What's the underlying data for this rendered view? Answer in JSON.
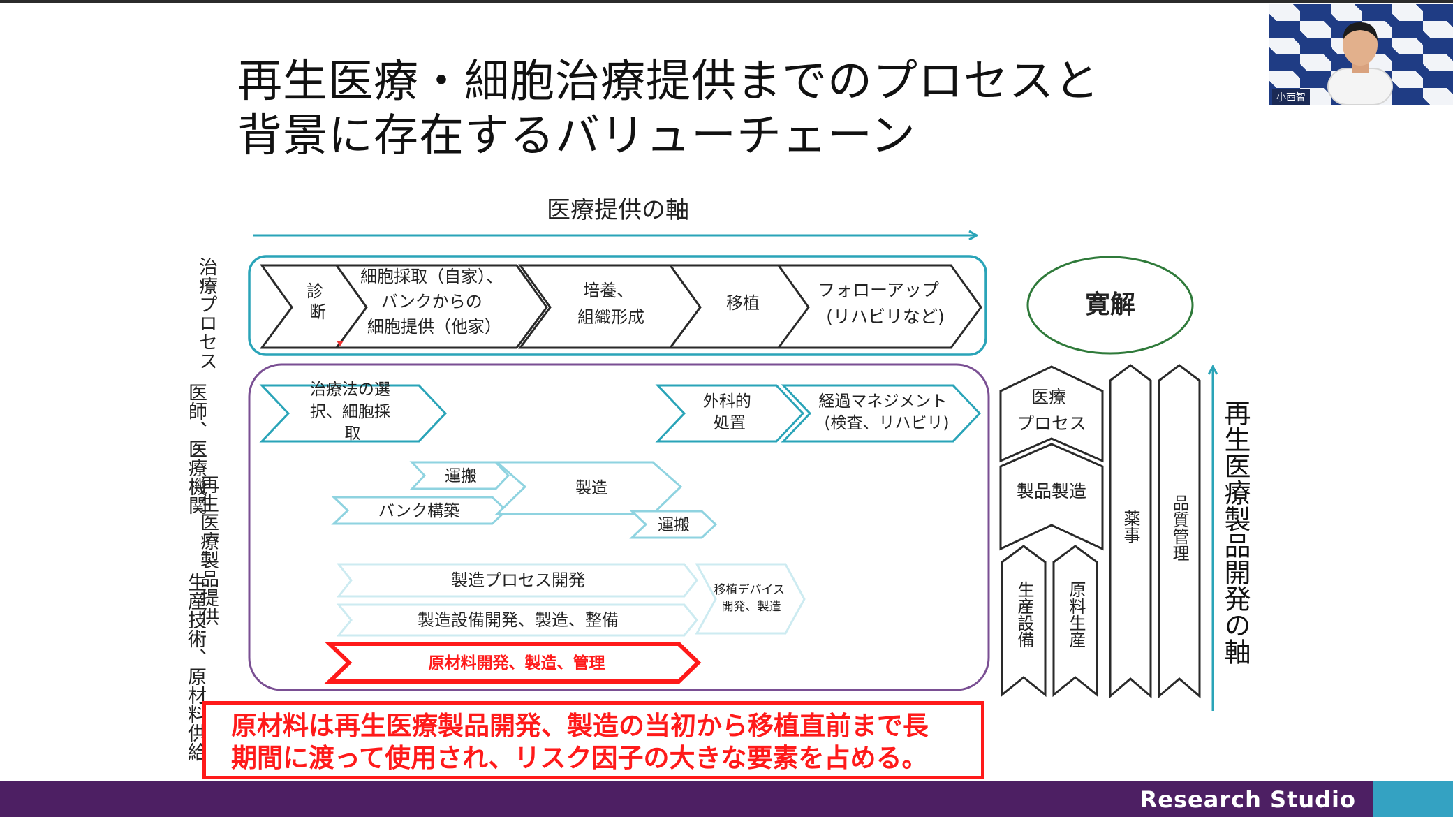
{
  "title": {
    "line1": "再生医療・細胞治療提供までのプロセスと",
    "line2": "背景に存在するバリューチェーン"
  },
  "axis_top": {
    "label": "医療提供の軸"
  },
  "axis_right": {
    "label": "再生医療製品開発の軸"
  },
  "row_labels": {
    "treatment": "治療プロセス",
    "doctors": "医師、医療機関",
    "regen": "再生医療製品提供",
    "production": "生産技術、原材料供給"
  },
  "process": {
    "diagnosis": [
      "診",
      "断"
    ],
    "cell": [
      "細胞採取（自家）、",
      "バンクからの",
      "細胞提供（他家）"
    ],
    "culture": [
      "培養、",
      "組織形成"
    ],
    "transplant": [
      "移植"
    ],
    "followup": [
      "フォローアップ",
      "(リハビリなど)"
    ]
  },
  "remission": "寛解",
  "doctors": {
    "select": [
      "治療法の選",
      "択、細胞採",
      "取"
    ],
    "surgery": [
      "外科的",
      "処置"
    ],
    "course": [
      "経過マネジメント",
      "(検査、リハビリ)"
    ]
  },
  "regen": {
    "transport1": "運搬",
    "bank": "バンク構築",
    "manufacture": "製造",
    "transport2": "運搬"
  },
  "production": {
    "process_dev": "製造プロセス開発",
    "equipment": "製造設備開発、製造、整備",
    "device": [
      "移植デバイス",
      "開発、製造"
    ],
    "materials": "原材料開発、製造、管理"
  },
  "right_stack": {
    "medical": [
      "医療",
      "プロセス"
    ],
    "product": "製品製造",
    "facility": "生産設備",
    "raw": "原料生産",
    "pharma": "薬事",
    "quality": "品質管理"
  },
  "note": {
    "line1": "原材料は再生医療製品開発、製造の当初から移植直前まで長",
    "line2": "期間に渡って使用され、リスク因子の大きな要素を占める。"
  },
  "footer": {
    "brand": "Research Studio"
  },
  "webcam": {
    "name_tag": "小西智"
  },
  "colors": {
    "teal": "#2aa4b8",
    "light_teal": "#8fd3e0",
    "pale_teal": "#cdebf1",
    "purple": "#7a4f93",
    "green": "#2f7a3a",
    "red": "#ff1a1a",
    "footer": "#4d1f63"
  }
}
